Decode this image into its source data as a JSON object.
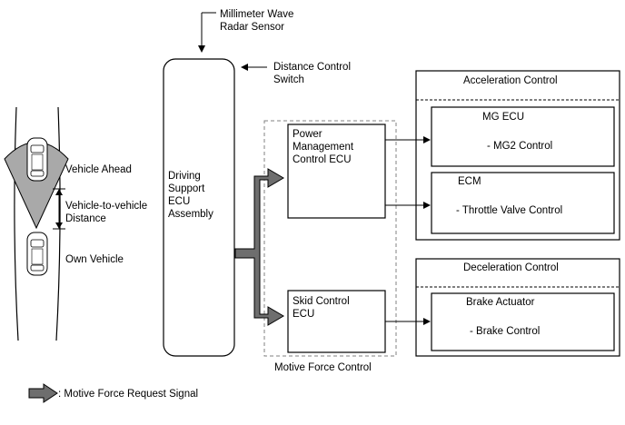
{
  "labels": {
    "mmw_sensor": [
      "Millimeter Wave",
      "Radar Sensor"
    ],
    "distance_switch": [
      "Distance Control",
      "Switch"
    ],
    "driving_support": [
      "Driving",
      "Support",
      "ECU",
      "Assembly"
    ],
    "power_mgmt": [
      "Power",
      "Management",
      "Control ECU"
    ],
    "skid_control": [
      "Skid Control",
      "ECU"
    ],
    "motive_force_control": "Motive Force Control",
    "acceleration_control": "Acceleration Control",
    "mg_ecu": "MG ECU",
    "mg2_control": "- MG2 Control",
    "ecm": "ECM",
    "throttle_valve": "- Throttle Valve Control",
    "deceleration_control": "Deceleration Control",
    "brake_actuator": "Brake Actuator",
    "brake_control": "- Brake Control",
    "vehicle_ahead": "Vehicle Ahead",
    "vehicle_distance": [
      "Vehicle-to-vehicle",
      "Distance"
    ],
    "own_vehicle": "Own Vehicle",
    "legend": ": Motive Force Request Signal"
  },
  "colors": {
    "line": "#000000",
    "signal_arrow_fill": "#6e6e6e",
    "radar_cone_fill": "#a9a9a9",
    "dashed_border": "#808080"
  }
}
